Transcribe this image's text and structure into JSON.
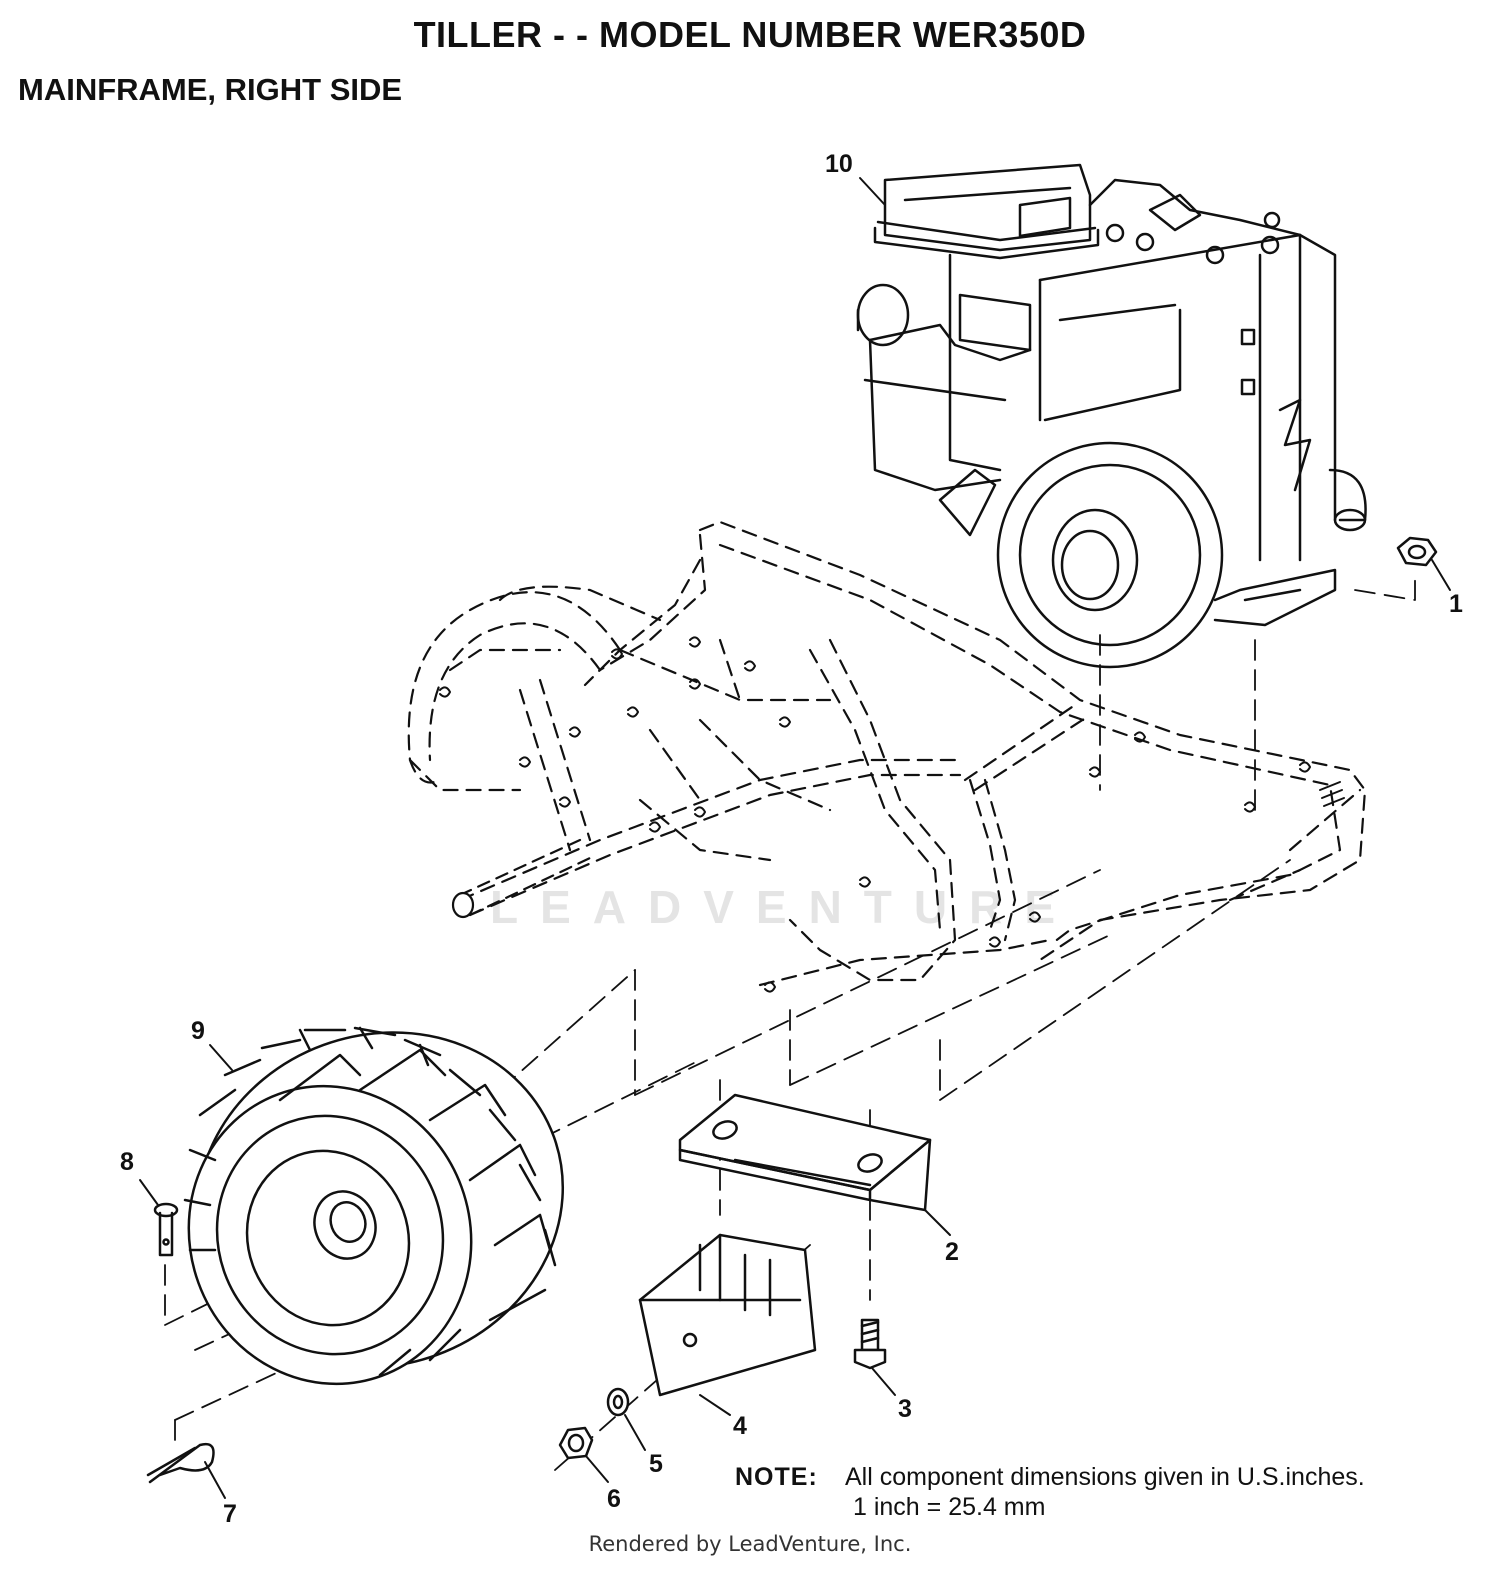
{
  "title": "TILLER - - MODEL NUMBER WER350D",
  "subtitle": "MAINFRAME, RIGHT SIDE",
  "watermark": "LEADVENTURE",
  "callouts": [
    "1",
    "2",
    "3",
    "4",
    "5",
    "6",
    "7",
    "8",
    "9",
    "10"
  ],
  "note": {
    "label": "NOTE:",
    "line1": "All component dimensions given in U.S.inches.",
    "line2": "1 inch = 25.4 mm"
  },
  "footer": "Rendered by LeadVenture, Inc."
}
